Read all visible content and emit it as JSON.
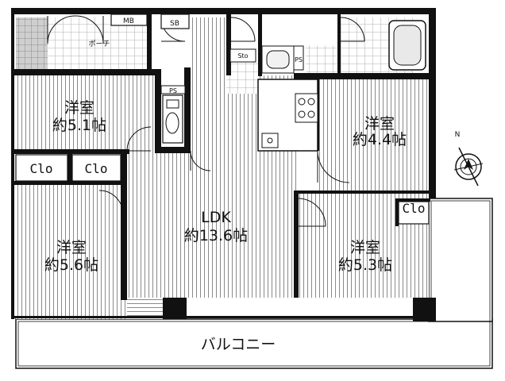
{
  "rooms": {
    "western_nw": {
      "name": "洋室",
      "size": "約5.1帖"
    },
    "western_ne": {
      "name": "洋室",
      "size": "約4.4帖"
    },
    "western_sw": {
      "name": "洋室",
      "size": "約5.6帖"
    },
    "western_se": {
      "name": "洋室",
      "size": "約5.3帖"
    },
    "ldk": {
      "name": "LDK",
      "size": "約13.6帖"
    }
  },
  "closets": {
    "left": "Clo",
    "middle": "Clo",
    "right": "Clo"
  },
  "utility": {
    "mb": "MB",
    "sb": "SB",
    "sto": "Sto",
    "ps_top": "PS",
    "ps_toilet": "PS"
  },
  "porch": "ポーチ",
  "balcony": "バルコニー",
  "compass": {
    "north": "N"
  }
}
